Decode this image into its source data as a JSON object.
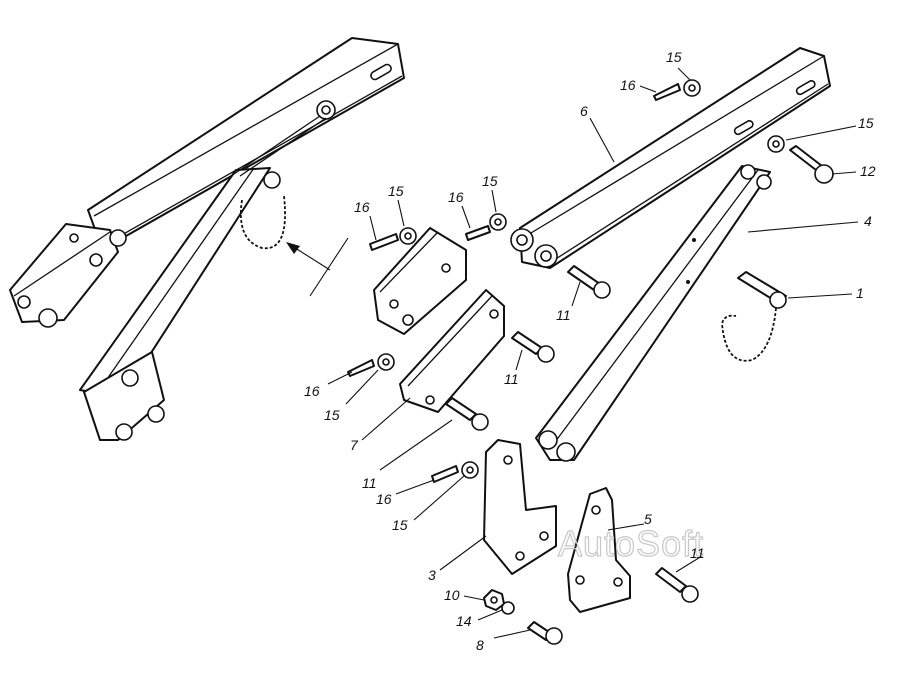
{
  "callouts": [
    {
      "id": "c15a",
      "text": "15"
    },
    {
      "id": "c16a",
      "text": "16"
    },
    {
      "id": "c6",
      "text": "6"
    },
    {
      "id": "c15b",
      "text": "15"
    },
    {
      "id": "c12",
      "text": "12"
    },
    {
      "id": "c4",
      "text": "4"
    },
    {
      "id": "c1",
      "text": "1"
    },
    {
      "id": "c16b",
      "text": "16"
    },
    {
      "id": "c15c",
      "text": "15"
    },
    {
      "id": "c16c",
      "text": "16"
    },
    {
      "id": "c15d",
      "text": "15"
    },
    {
      "id": "c11a",
      "text": "11"
    },
    {
      "id": "c11b",
      "text": "11"
    },
    {
      "id": "c16d",
      "text": "16"
    },
    {
      "id": "c15e",
      "text": "15"
    },
    {
      "id": "c7",
      "text": "7"
    },
    {
      "id": "c11c",
      "text": "11"
    },
    {
      "id": "c16e",
      "text": "16"
    },
    {
      "id": "c15f",
      "text": "15"
    },
    {
      "id": "c5",
      "text": "5"
    },
    {
      "id": "c11d",
      "text": "11"
    },
    {
      "id": "c3",
      "text": "3"
    },
    {
      "id": "c10",
      "text": "10"
    },
    {
      "id": "c14",
      "text": "14"
    },
    {
      "id": "c8",
      "text": "8"
    }
  ],
  "watermark": "AutoSoft"
}
